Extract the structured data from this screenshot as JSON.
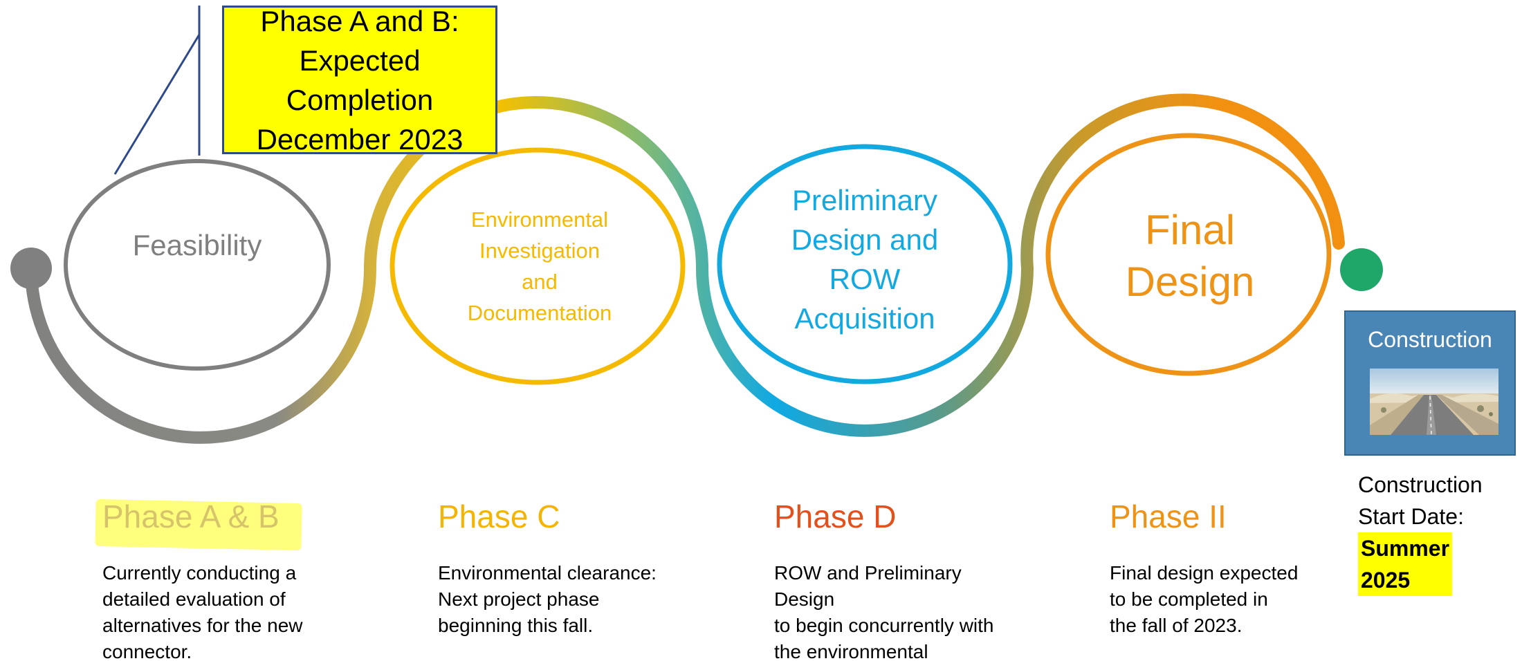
{
  "callout": {
    "text": "Phase A and B:\nExpected\nCompletion\nDecember 2023"
  },
  "circles": {
    "feasibility": "Feasibility",
    "environmental": "Environmental\nInvestigation\nand\nDocumentation",
    "preliminary": "Preliminary\nDesign and\nROW\nAcquisition",
    "final": "Final\nDesign"
  },
  "phases": [
    {
      "title": "Phase A & B",
      "description": "Currently conducting a\ndetailed evaluation of\nalternatives for the new\nconnector."
    },
    {
      "title": "Phase C",
      "description": "Environmental clearance:\nNext project phase\nbeginning this fall."
    },
    {
      "title": "Phase D",
      "description": "ROW and Preliminary Design\nto begin concurrently with\nthe environmental\nclearance."
    },
    {
      "title": "Phase II",
      "description": "Final design expected\nto be completed in\nthe fall of 2023."
    }
  ],
  "construction": {
    "title": "Construction",
    "start_label": "Construction\nStart Date:",
    "start_date": "Summer\n2025",
    "photo_icon": "highway-photo"
  },
  "colors": {
    "gray": "#7f7f7f",
    "yellow": "#f5b900",
    "blue": "#12a8e0",
    "orange": "#ef9317",
    "green": "#1fa76a",
    "callout_fill": "#ffff00",
    "construction_box": "#4a86b5"
  }
}
